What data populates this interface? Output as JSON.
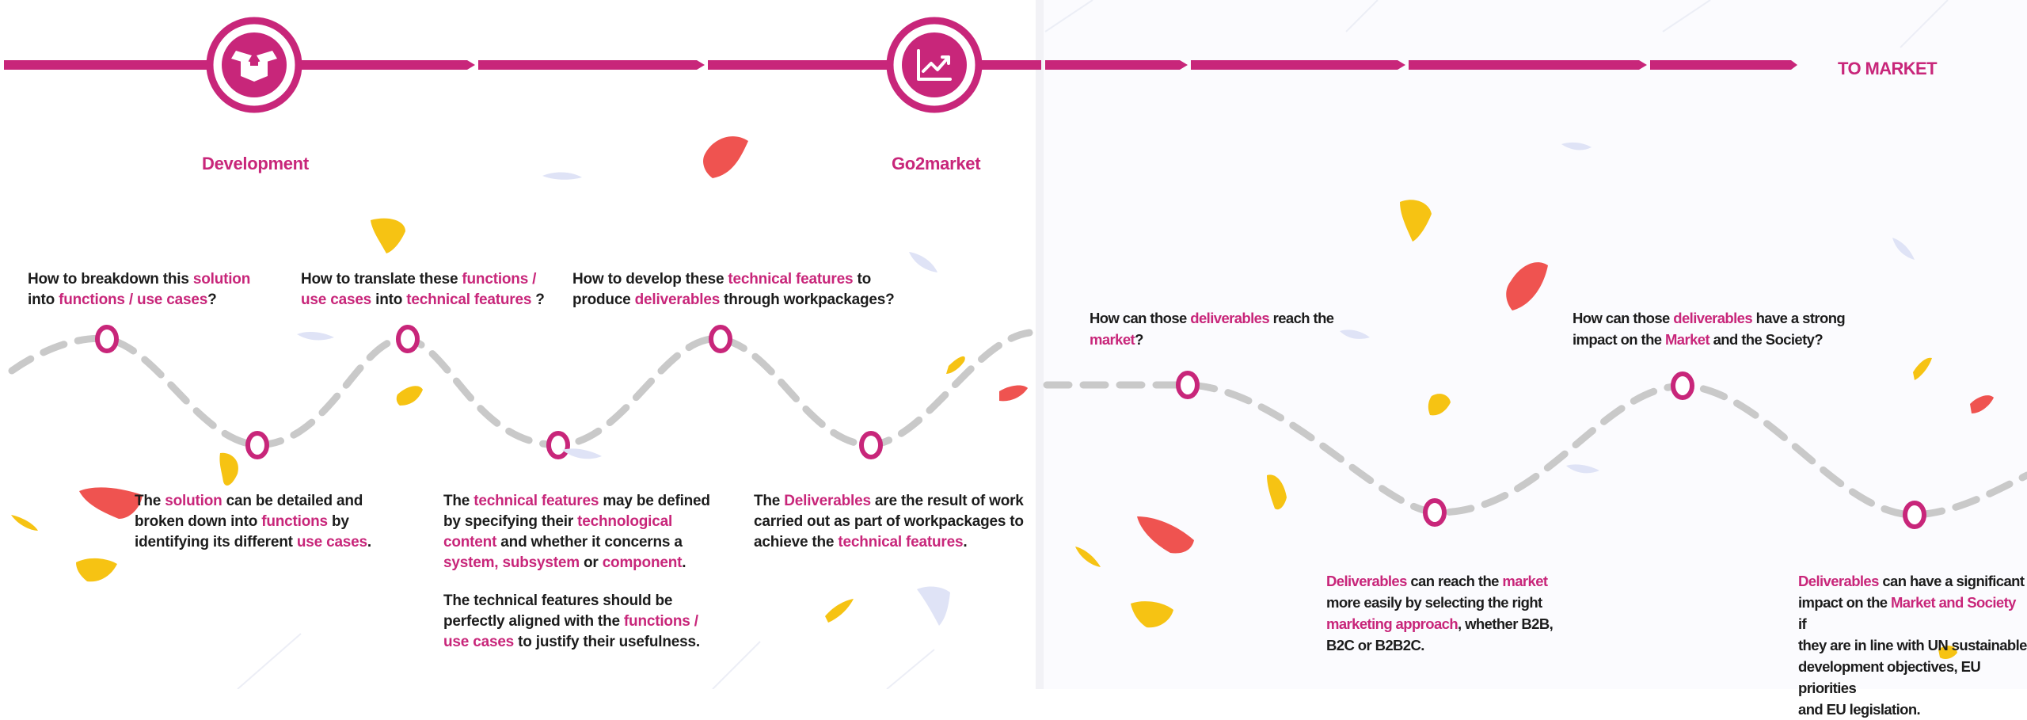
{
  "colors": {
    "magenta": "#c8267a",
    "dash_gray": "#c9c9c9",
    "petal_yellow": "#f6c313",
    "petal_red": "#ef5350",
    "petal_lavender": "#dfe3f6",
    "text": "#1c1c1c"
  },
  "icons": {
    "development": "open-box-icon",
    "go2market": "trending-up-chart-icon"
  },
  "timeline": {
    "development_label": "Development",
    "go2market_label": "Go2market",
    "end_label": "TO MARKET"
  },
  "steps": [
    {
      "text": [
        [
          [
            "How to breakdown this ",
            false
          ],
          [
            "solution",
            true
          ]
        ],
        [
          [
            "into ",
            false
          ],
          [
            "functions / use cases",
            true
          ],
          [
            "?",
            false
          ]
        ]
      ]
    },
    {
      "text": [
        [
          [
            "The ",
            false
          ],
          [
            "solution",
            true
          ],
          [
            " can be detailed and",
            false
          ]
        ],
        [
          [
            "broken down into ",
            false
          ],
          [
            "functions",
            true
          ],
          [
            " by",
            false
          ]
        ],
        [
          [
            "identifying its different ",
            false
          ],
          [
            "use cases",
            true
          ],
          [
            ".",
            false
          ]
        ]
      ]
    },
    {
      "text": [
        [
          [
            "How to translate these ",
            false
          ],
          [
            "functions /",
            true
          ]
        ],
        [
          [
            "use cases",
            true
          ],
          [
            " into ",
            false
          ],
          [
            "technical features",
            true
          ],
          [
            " ?",
            false
          ]
        ]
      ]
    },
    {
      "text": [
        [
          [
            "The ",
            false
          ],
          [
            "technical features",
            true
          ],
          [
            " may be defined",
            false
          ]
        ],
        [
          [
            "by specifying their ",
            false
          ],
          [
            "technological",
            true
          ]
        ],
        [
          [
            "content",
            true
          ],
          [
            " and whether it concerns a",
            false
          ]
        ],
        [
          [
            "system, subsystem",
            true
          ],
          [
            " or ",
            false
          ],
          [
            "component",
            true
          ],
          [
            ".",
            false
          ]
        ]
      ],
      "text2": [
        [
          [
            "The technical features should be",
            false
          ]
        ],
        [
          [
            "perfectly aligned with the ",
            false
          ],
          [
            "functions /",
            true
          ]
        ],
        [
          [
            "use cases",
            true
          ],
          [
            " to justify their usefulness.",
            false
          ]
        ]
      ]
    },
    {
      "text": [
        [
          [
            "How to develop these ",
            false
          ],
          [
            "technical features",
            true
          ],
          [
            " to",
            false
          ]
        ],
        [
          [
            "produce ",
            false
          ],
          [
            "deliverables",
            true
          ],
          [
            " through workpackages?",
            false
          ]
        ]
      ]
    },
    {
      "text": [
        [
          [
            "The ",
            false
          ],
          [
            "Deliverables",
            true
          ],
          [
            " are the result of work",
            false
          ]
        ],
        [
          [
            "carried out as part of workpackages to",
            false
          ]
        ],
        [
          [
            "achieve the ",
            false
          ],
          [
            "technical features",
            true
          ],
          [
            ".",
            false
          ]
        ]
      ]
    },
    {
      "text": [
        [
          [
            "How can those ",
            false
          ],
          [
            "deliverables",
            true
          ],
          [
            "  reach the",
            false
          ]
        ],
        [
          [
            "market",
            true
          ],
          [
            "?",
            false
          ]
        ]
      ]
    },
    {
      "text": [
        [
          [
            "Deliverables",
            true
          ],
          [
            " can reach the ",
            false
          ],
          [
            "market",
            true
          ]
        ],
        [
          [
            "more easily by selecting the right",
            false
          ]
        ],
        [
          [
            "marketing approach",
            true
          ],
          [
            ", whether B2B,",
            false
          ]
        ],
        [
          [
            "B2C or B2B2C.",
            false
          ]
        ]
      ]
    },
    {
      "text": [
        [
          [
            "How can those ",
            false
          ],
          [
            "deliverables",
            true
          ],
          [
            "  have a strong",
            false
          ]
        ],
        [
          [
            "impact on the ",
            false
          ],
          [
            "Market",
            true
          ],
          [
            " and the Society?",
            false
          ]
        ]
      ]
    },
    {
      "text": [
        [
          [
            "Deliverables",
            true
          ],
          [
            " can have a significant",
            false
          ]
        ],
        [
          [
            "impact on the ",
            false
          ],
          [
            "Market and Society",
            true
          ],
          [
            " if",
            false
          ]
        ],
        [
          [
            "they are in line with UN sustainable",
            false
          ]
        ],
        [
          [
            "development objectives, EU priorities",
            false
          ]
        ],
        [
          [
            "and EU legislation.",
            false
          ]
        ]
      ]
    }
  ]
}
